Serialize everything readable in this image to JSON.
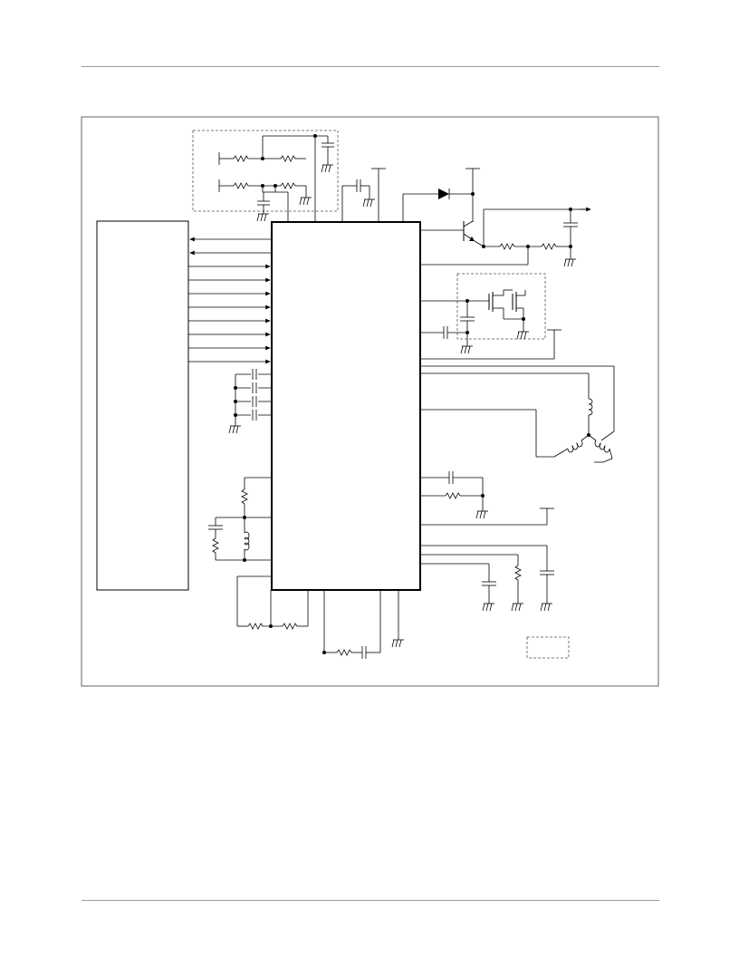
{
  "page": {
    "header_rule": "top",
    "footer_rule": "bottom"
  },
  "figure": {
    "frame_color": "#555555",
    "ink_color": "#000000",
    "arrows_to_host": 2,
    "arrows_to_controller": 8
  }
}
